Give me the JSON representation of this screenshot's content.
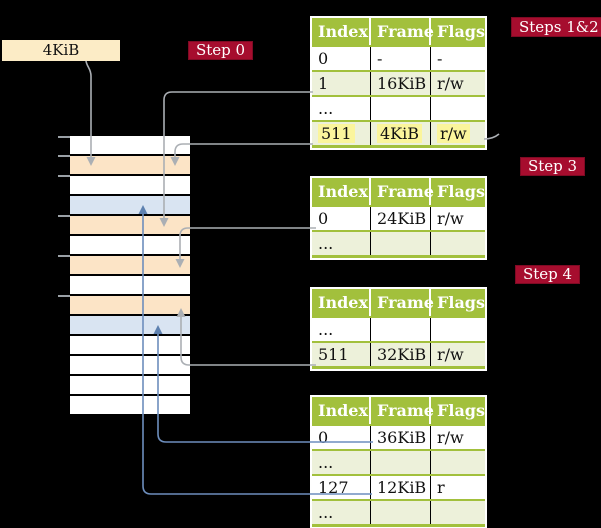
{
  "colors": {
    "background": "#000000",
    "badge_red": "#a60d2e",
    "table_header_green": "#a2c03c",
    "table_row_green": "#edf1da",
    "highlight_yellow": "#fbf59c",
    "root_box_cream": "#fcecc6",
    "memory_page_table_peach": "#fce4c6",
    "memory_mapped_page_blue": "#d9e4f2",
    "memory_frame_white": "#ffffff",
    "arrow_gray": "#abafb4",
    "arrow_blue": "#6d8ebd"
  },
  "root_pointer_box": {
    "label": "4KiB"
  },
  "badges": {
    "step0": "Step 0",
    "steps12": "Steps 1&2",
    "step3": "Step 3",
    "step4": "Step 4"
  },
  "memory": {
    "rows": [
      "frame",
      "page-table",
      "frame",
      "mapped-page",
      "page-table",
      "frame",
      "page-table",
      "frame",
      "page-table",
      "mapped-page",
      "frame",
      "frame",
      "frame",
      "frame"
    ],
    "tick_count": 6
  },
  "tables": {
    "headers": [
      "Index",
      "Frame",
      "Flags"
    ],
    "t1": {
      "rows": [
        {
          "index": "0",
          "frame": "-",
          "flags": "-"
        },
        {
          "index": "1",
          "frame": "16KiB",
          "flags": "r/w"
        },
        {
          "index": "...",
          "frame": "",
          "flags": ""
        },
        {
          "index": "511",
          "frame": "4KiB",
          "flags": "r/w"
        }
      ]
    },
    "t2": {
      "rows": [
        {
          "index": "0",
          "frame": "24KiB",
          "flags": "r/w"
        },
        {
          "index": "...",
          "frame": "",
          "flags": ""
        }
      ]
    },
    "t3": {
      "rows": [
        {
          "index": "...",
          "frame": "",
          "flags": ""
        },
        {
          "index": "511",
          "frame": "32KiB",
          "flags": "r/w"
        }
      ]
    },
    "t4": {
      "rows": [
        {
          "index": "0",
          "frame": "36KiB",
          "flags": "r/w"
        },
        {
          "index": "...",
          "frame": "",
          "flags": ""
        },
        {
          "index": "127",
          "frame": "12KiB",
          "flags": "r"
        },
        {
          "index": "...",
          "frame": "",
          "flags": ""
        }
      ]
    }
  }
}
